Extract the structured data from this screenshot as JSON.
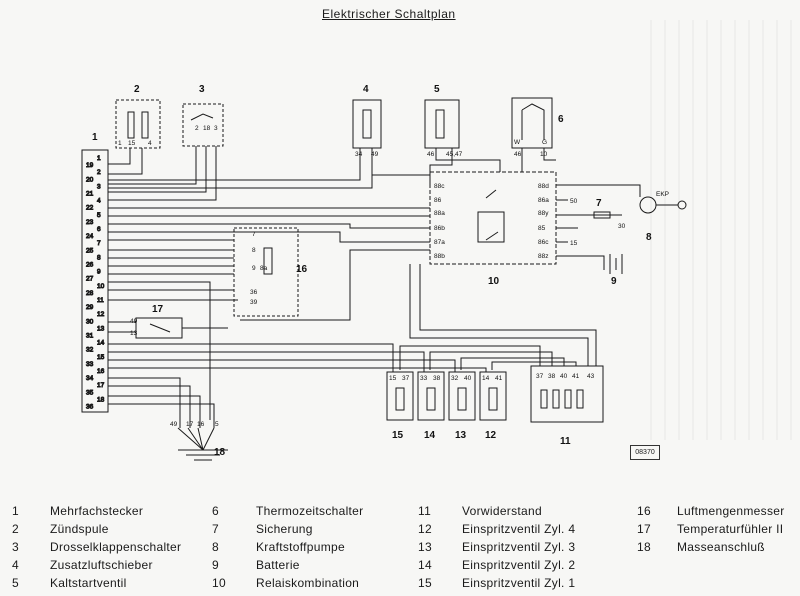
{
  "title": "Elektrischer Schaltplan",
  "image_code": "08370",
  "components": {
    "c1": "1",
    "c2": "2",
    "c3": "3",
    "c4": "4",
    "c5": "5",
    "c6": "6",
    "c7": "7",
    "c8": "8",
    "c9": "9",
    "c10": "10",
    "c11": "11",
    "c12": "12",
    "c13": "13",
    "c14": "14",
    "c15": "15",
    "c16": "16",
    "c17": "17",
    "c18": "18",
    "ekp": "EKP"
  },
  "plug_pins": [
    "1",
    "19",
    "2",
    "20",
    "3",
    "21",
    "4",
    "22",
    "5",
    "23",
    "6",
    "24",
    "7",
    "25",
    "8",
    "26",
    "9",
    "27",
    "10",
    "28",
    "11",
    "29",
    "12",
    "30",
    "13",
    "31",
    "14",
    "32",
    "15",
    "33",
    "16",
    "34",
    "17",
    "35",
    "18",
    "36"
  ],
  "pins": {
    "coil": [
      "1",
      "15",
      "4"
    ],
    "throttle": [
      "2",
      "18",
      "3"
    ],
    "aux_air": [
      "34",
      "49"
    ],
    "cold_start": [
      "46",
      "45,47"
    ],
    "thermo": [
      "W",
      "G",
      "46",
      "10"
    ],
    "relay_left": [
      "88c",
      "86",
      "88a",
      "86b",
      "87a",
      "88b"
    ],
    "relay_right": [
      "88d",
      "86a",
      "88y",
      "85",
      "86c",
      "88z"
    ],
    "relay_ext": [
      "50",
      "30",
      "15"
    ],
    "afm": [
      "7",
      "8",
      "9",
      "8a",
      "36",
      "39"
    ],
    "temp": [
      "49",
      "13"
    ],
    "inj15": [
      "15",
      "37"
    ],
    "inj14": [
      "33",
      "38"
    ],
    "inj13": [
      "32",
      "40"
    ],
    "inj12": [
      "14",
      "41"
    ],
    "resistor": [
      "37",
      "38",
      "40",
      "41",
      "43"
    ],
    "ground": [
      "49",
      "17",
      "16",
      "5"
    ]
  },
  "legend": [
    {
      "num": "1",
      "label": "Mehrfachstecker"
    },
    {
      "num": "2",
      "label": "Zündspule"
    },
    {
      "num": "3",
      "label": "Drosselklappenschalter"
    },
    {
      "num": "4",
      "label": "Zusatzluftschieber"
    },
    {
      "num": "5",
      "label": "Kaltstartventil"
    },
    {
      "num": "6",
      "label": "Thermozeitschalter"
    },
    {
      "num": "7",
      "label": "Sicherung"
    },
    {
      "num": "8",
      "label": "Kraftstoffpumpe"
    },
    {
      "num": "9",
      "label": "Batterie"
    },
    {
      "num": "10",
      "label": "Relaiskombination"
    },
    {
      "num": "11",
      "label": "Vorwiderstand"
    },
    {
      "num": "12",
      "label": "Einspritzventil Zyl. 4"
    },
    {
      "num": "13",
      "label": "Einspritzventil Zyl. 3"
    },
    {
      "num": "14",
      "label": "Einspritzventil Zyl. 2"
    },
    {
      "num": "15",
      "label": "Einspritzventil Zyl. 1"
    },
    {
      "num": "16",
      "label": "Luftmengenmesser"
    },
    {
      "num": "17",
      "label": "Temperaturfühler II"
    },
    {
      "num": "18",
      "label": "Masseanschluß"
    }
  ]
}
